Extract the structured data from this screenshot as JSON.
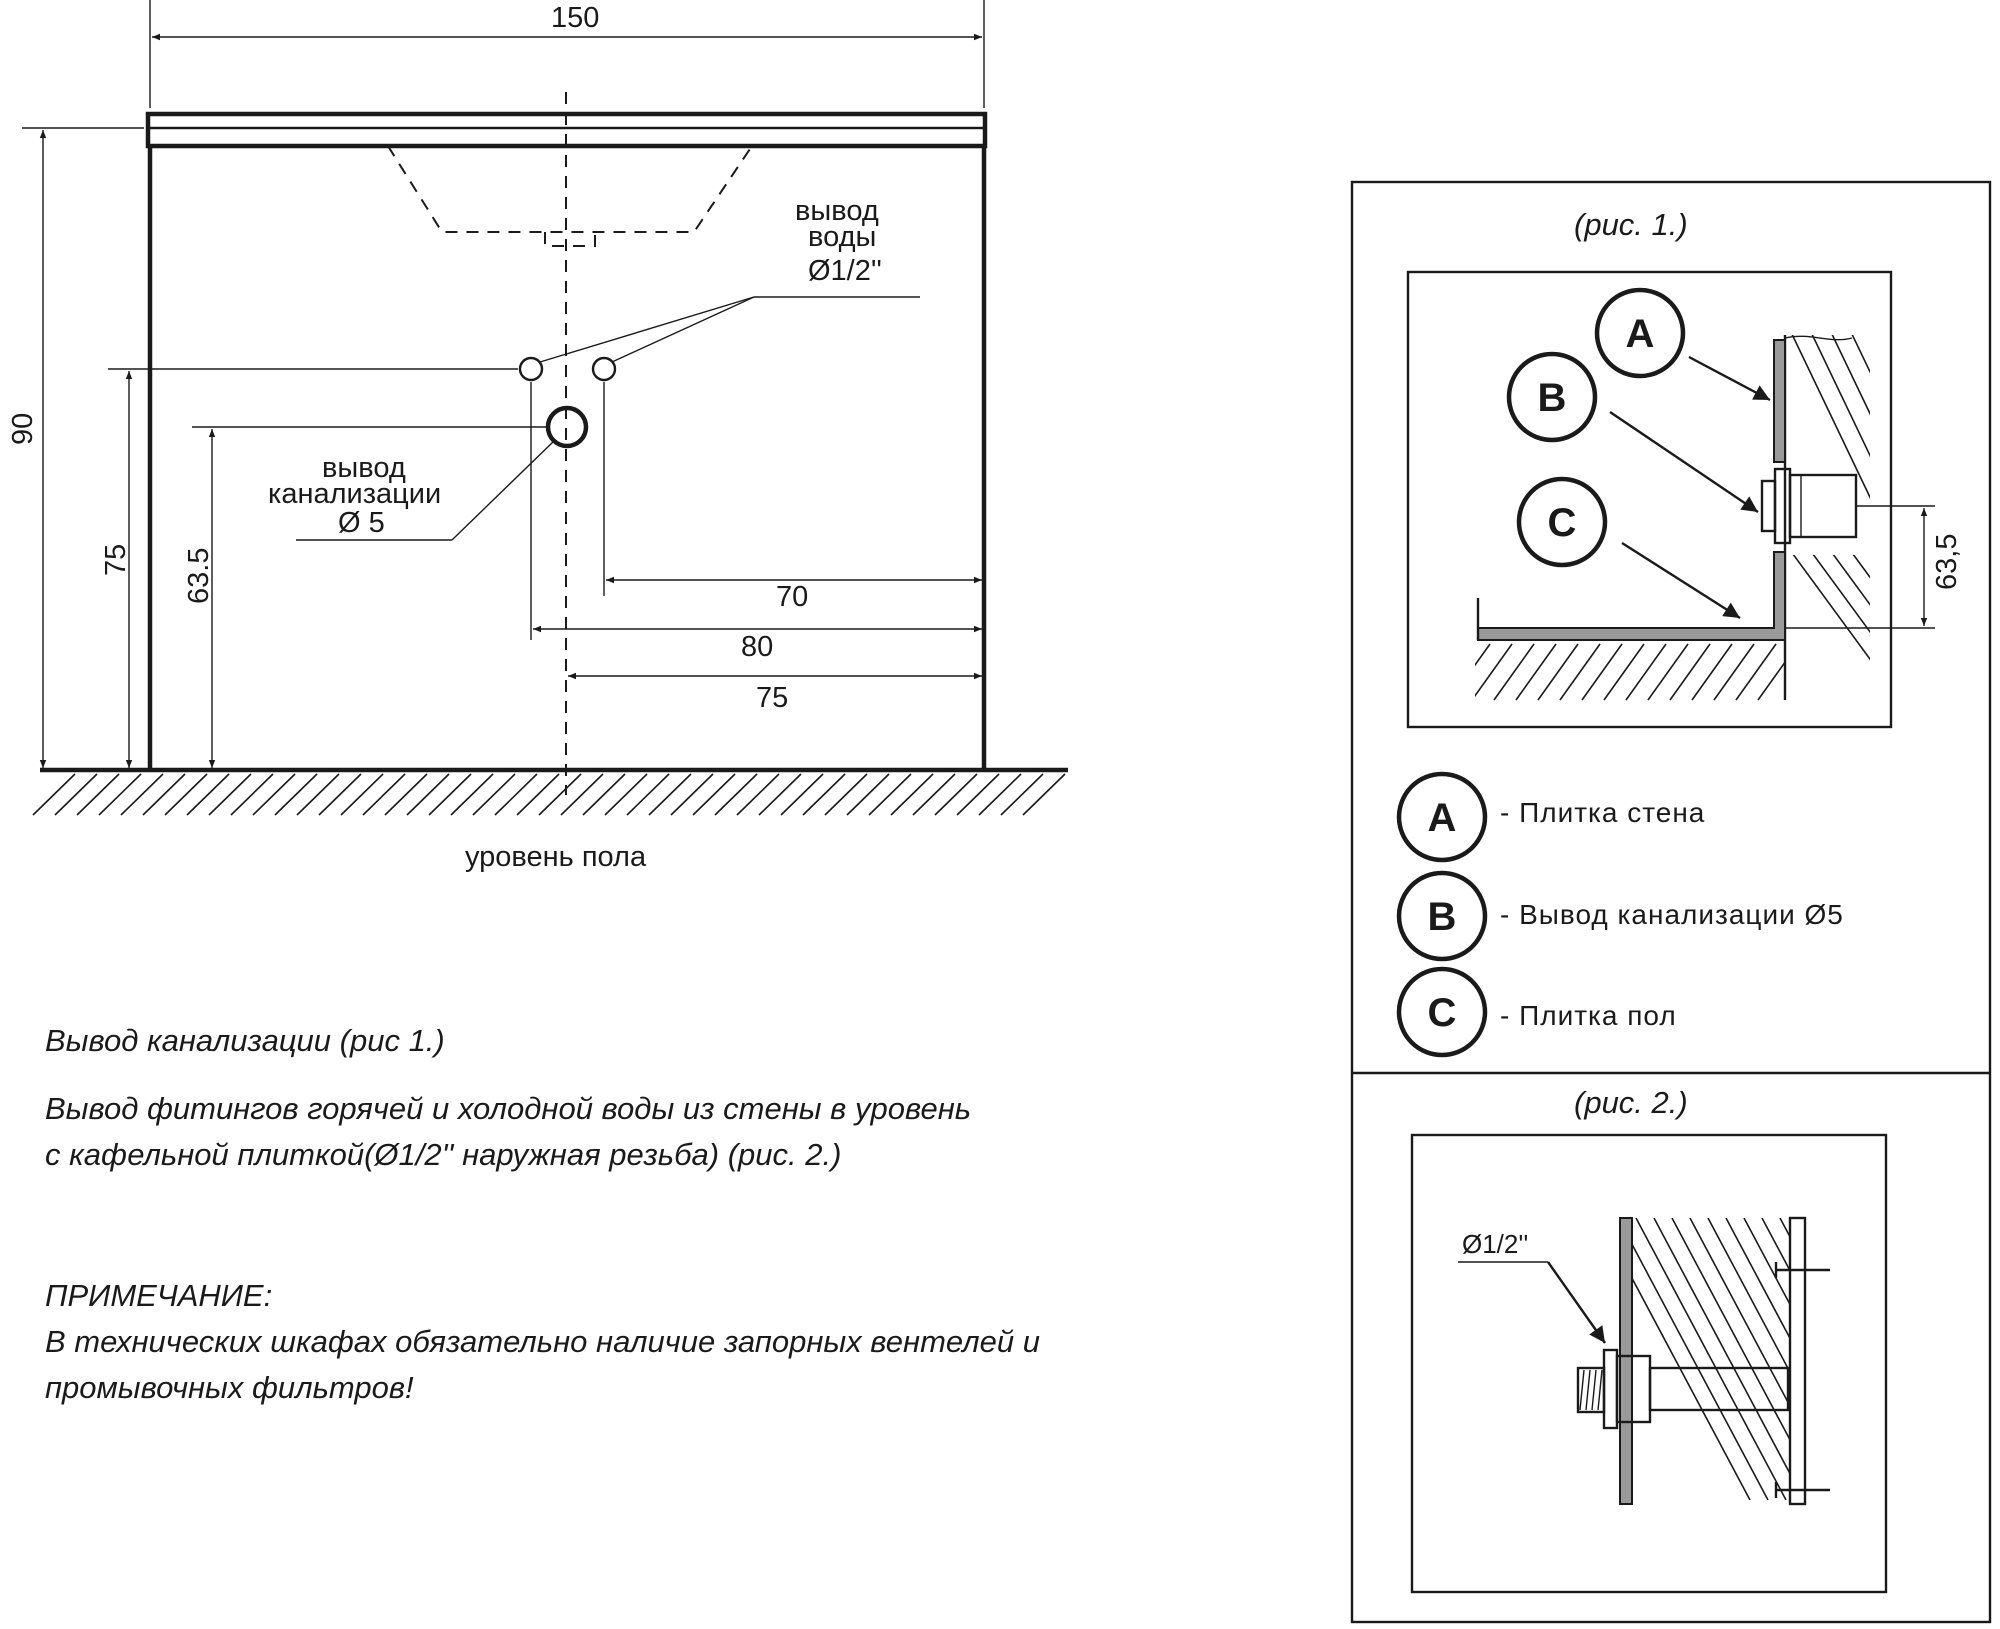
{
  "dimensions": {
    "total_width": "150",
    "total_height": "90",
    "water_outlet_height": "75",
    "drain_height": "63.5",
    "dim_70": "70",
    "dim_80": "80",
    "dim_75": "75"
  },
  "labels": {
    "water_outlet_line1": "вывод",
    "water_outlet_line2": "воды",
    "water_outlet_diameter": "Ø1/2''",
    "drain_line1": "вывод",
    "drain_line2": "канализации",
    "drain_diameter": "Ø 5",
    "floor_level": "уровень пола"
  },
  "notes": {
    "line1": "Вывод канализации (рис 1.)",
    "line2": "Вывод фитингов горячей и холодной воды из стены в уровень",
    "line3": "с кафельной плиткой(Ø1/2'' наружная резьба) (рис. 2.)",
    "line4": "ПРИМЕЧАНИЕ:",
    "line5": "В технических шкафах обязательно наличие запорных вентелей и",
    "line6": "промывочных фильтров!"
  },
  "fig1": {
    "caption": "(рис. 1.)",
    "marker_a": "A",
    "marker_b": "B",
    "marker_c": "C",
    "dim": "63,5"
  },
  "legend": [
    {
      "letter": "A",
      "text": "- Плитка стена"
    },
    {
      "letter": "B",
      "text": "- Вывод канализации   Ø5"
    },
    {
      "letter": "C",
      "text": "- Плитка пол"
    }
  ],
  "fig2": {
    "caption": "(рис. 2.)",
    "diameter": "Ø1/2''"
  }
}
